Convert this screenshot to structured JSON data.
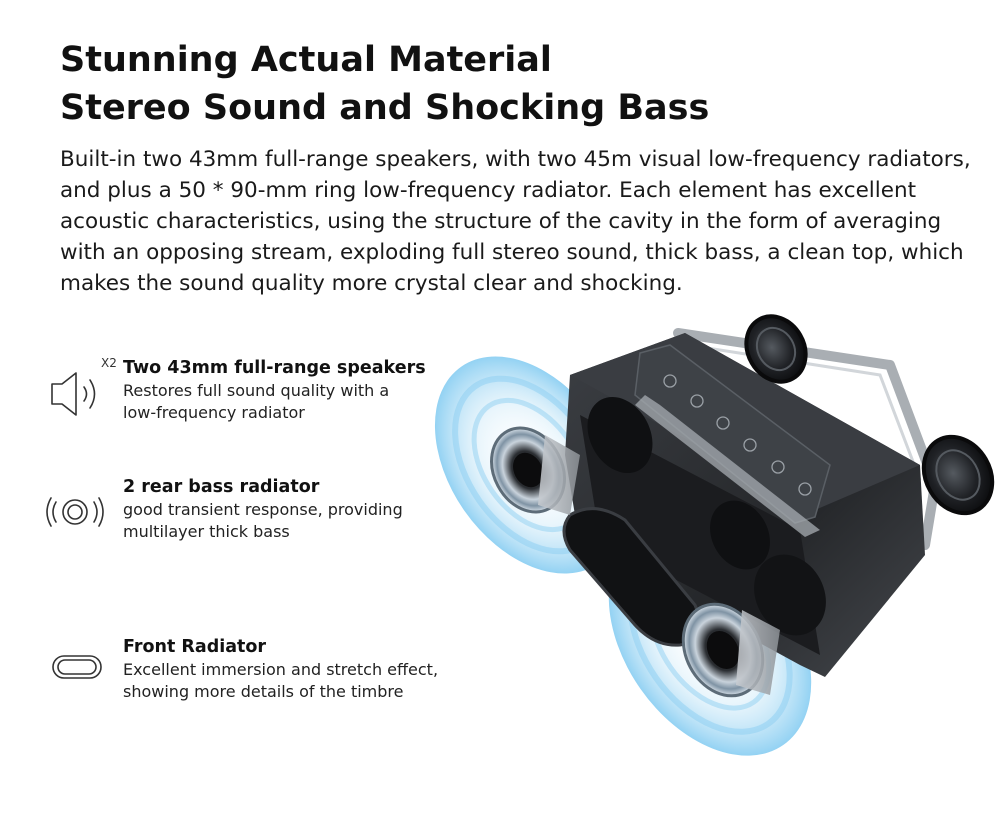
{
  "heading": {
    "line1": "Stunning Actual Material",
    "line2": "Stereo Sound and Shocking Bass"
  },
  "intro": "Built-in two 43mm full-range speakers, with two 45m visual low-frequency radiators, and plus a 50 * 90-mm ring low-frequency radiator. Each element has excellent acoustic characteristics, using the structure of the cavity in the form of averaging with an opposing stream, exploding full stereo sound, thick bass, a clean top, which makes the sound quality more crystal clear and shocking.",
  "features": [
    {
      "icon": "speaker-icon",
      "badge": "X2",
      "title": "Two 43mm full-range speakers",
      "desc_line1": "Restores full sound quality with a",
      "desc_line2": "low-frequency radiator"
    },
    {
      "icon": "bass-radiator-icon",
      "title": "2 rear bass radiator",
      "desc_line1": "good transient response, providing",
      "desc_line2": "multilayer thick bass"
    },
    {
      "icon": "front-radiator-icon",
      "title": "Front Radiator",
      "desc_line1": "Excellent immersion and stretch effect,",
      "desc_line2": "showing more details of the timbre"
    }
  ],
  "colors": {
    "glow": "#6fc3ef",
    "body": "#2b2d30",
    "cone_ring": "#8fa4b4"
  }
}
